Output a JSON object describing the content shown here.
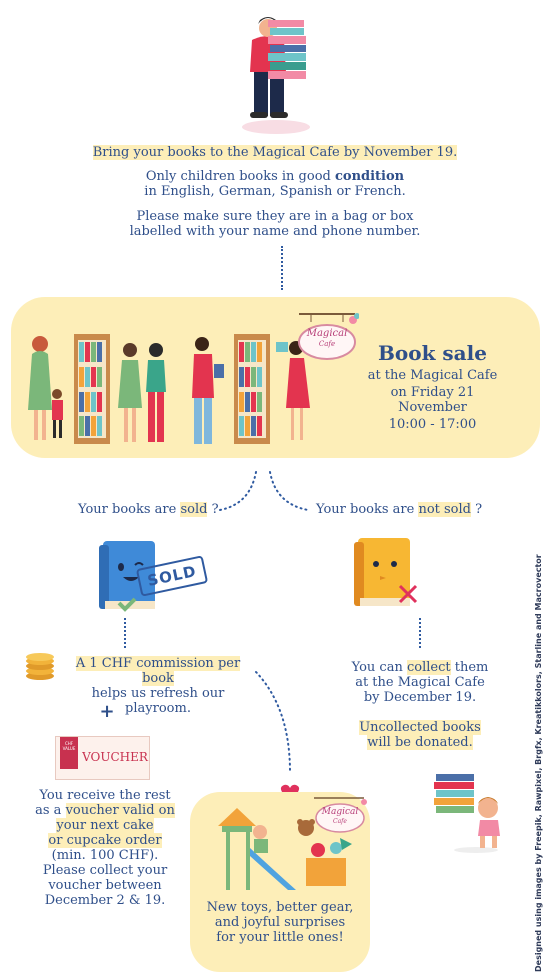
{
  "intro": {
    "line1": "Bring your books to the Magical Cafe by November 19.",
    "para2_l1_a": "Only children books in good ",
    "para2_l1_b": "condition",
    "para2_l2": "in English, German, Spanish or French.",
    "para3_l1": "Please make sure they are in a bag or box",
    "para3_l2": "labelled with your name and phone number."
  },
  "sale": {
    "title": "Book sale",
    "line1": "at the Magical Cafe",
    "line2": "on Friday 21 November",
    "line3": "10:00 - 17:00",
    "sign_word1": "Magical",
    "sign_word2": "Cafe"
  },
  "sold": {
    "question_a": "Your books are ",
    "question_b": "sold",
    "question_c": " ?",
    "stamp": "SOLD",
    "commission_l1": "A 1 CHF commission per book",
    "commission_l2": "helps us refresh our playroom.",
    "plus": "+",
    "voucher_label": "VOUCHER",
    "voucher_tag": "CHF VALUE",
    "rest_l1": "You receive the rest",
    "rest_l2a": "as a ",
    "rest_l2b": "voucher valid on",
    "rest_l3": "your next cake",
    "rest_l4": "or cupcake order",
    "rest_l5": "(min. 100 CHF).",
    "rest_l6": "Please collect your",
    "rest_l7": "voucher between",
    "rest_l8": "December 2 & 19."
  },
  "notsold": {
    "question_a": "Your books are ",
    "question_b": "not sold",
    "question_c": " ?",
    "collect_l1a": "You can ",
    "collect_l1b": "collect",
    "collect_l1c": " them",
    "collect_l2": "at the Magical Cafe",
    "collect_l3": "by December 19.",
    "donate_l1": "Uncollected books",
    "donate_l2": "will be donated."
  },
  "playroom": {
    "l1": "New toys, better gear,",
    "l2": "and joyful surprises",
    "l3": "for your little ones!",
    "sign_word1": "Magical",
    "sign_word2": "Cafe"
  },
  "credit": "Designed using images by Freepik, Rawpixel, Brgfx, Kreatikkolors, Starline and Macrovector",
  "colors": {
    "text": "#2f4f8a",
    "highlight": "#fdeeb8",
    "accent": "#e0315d"
  }
}
